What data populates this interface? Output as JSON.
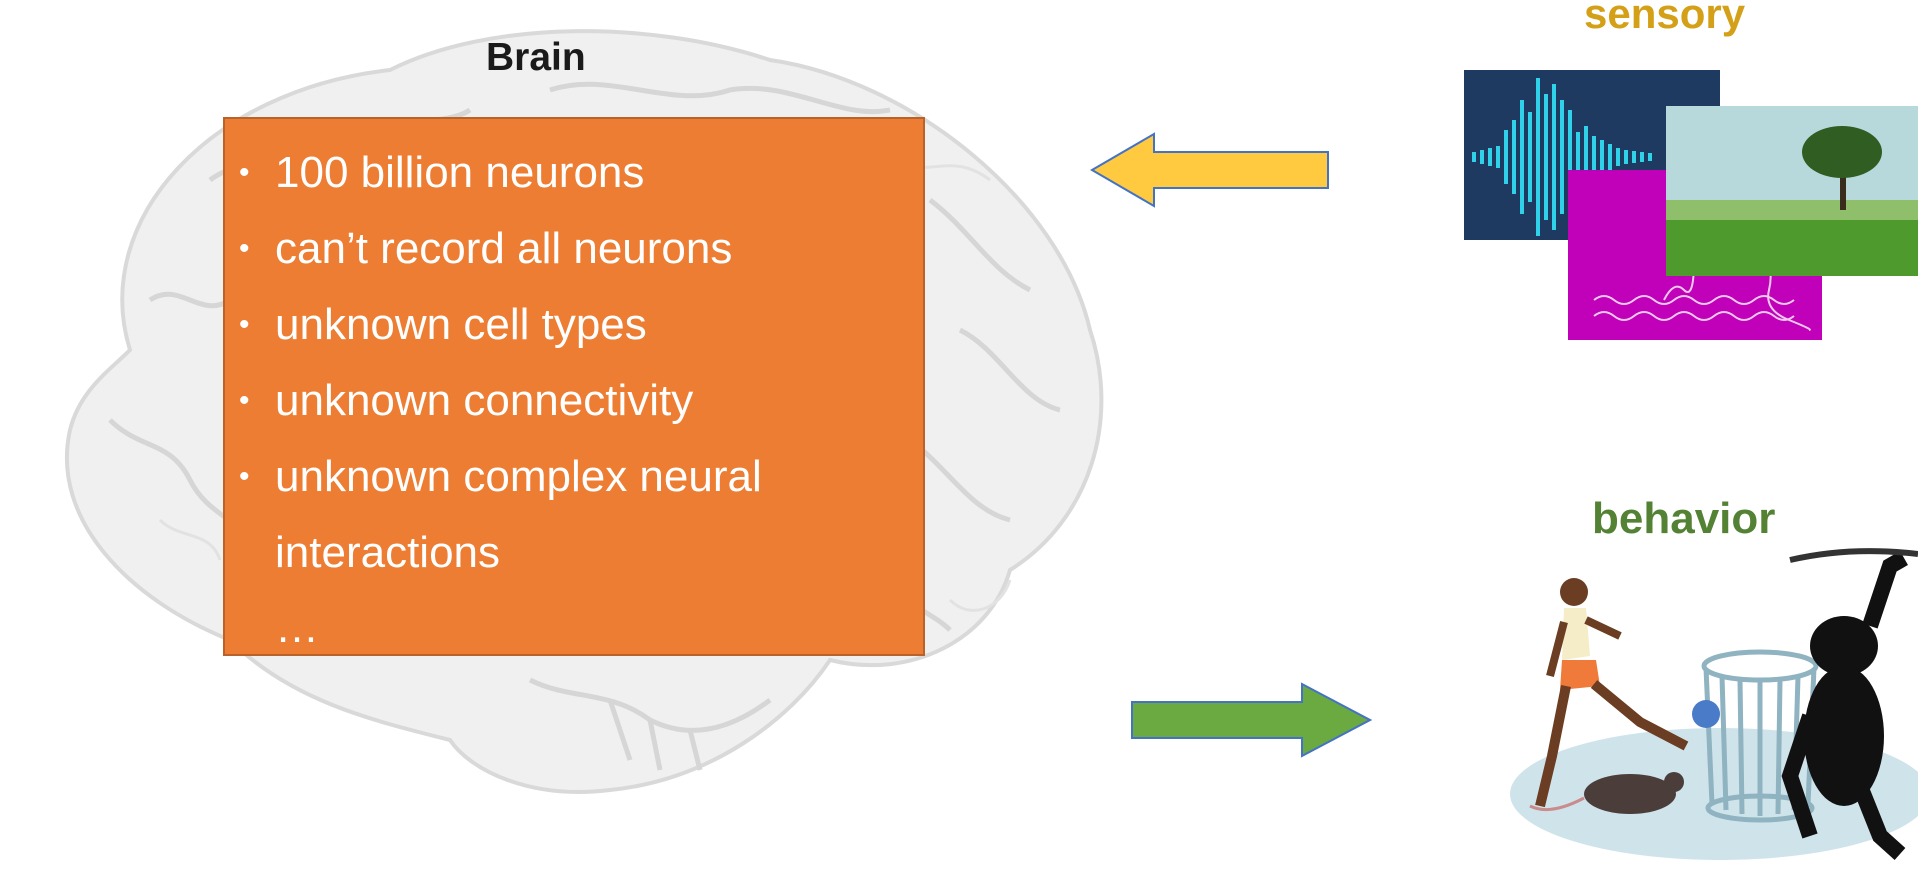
{
  "brain": {
    "title": "Brain",
    "facts": [
      "100 billion neurons",
      "can’t record all neurons",
      "unknown cell types",
      "unknown connectivity",
      "unknown complex neural interactions"
    ],
    "ellipsis": "…",
    "bullet": "•",
    "box_color": "#ec7d33"
  },
  "sensory": {
    "label": "sensory",
    "label_color": "#d4a017",
    "images": [
      "sound-waveform",
      "touch-sensation",
      "landscape-tree"
    ]
  },
  "behavior": {
    "label": "behavior",
    "label_color": "#548235",
    "images": [
      "running-person",
      "mice",
      "cage",
      "chimpanzee"
    ]
  },
  "arrows": {
    "sensory_arrow_color": "#ffc940",
    "behavior_arrow_color": "#6aaa40"
  }
}
